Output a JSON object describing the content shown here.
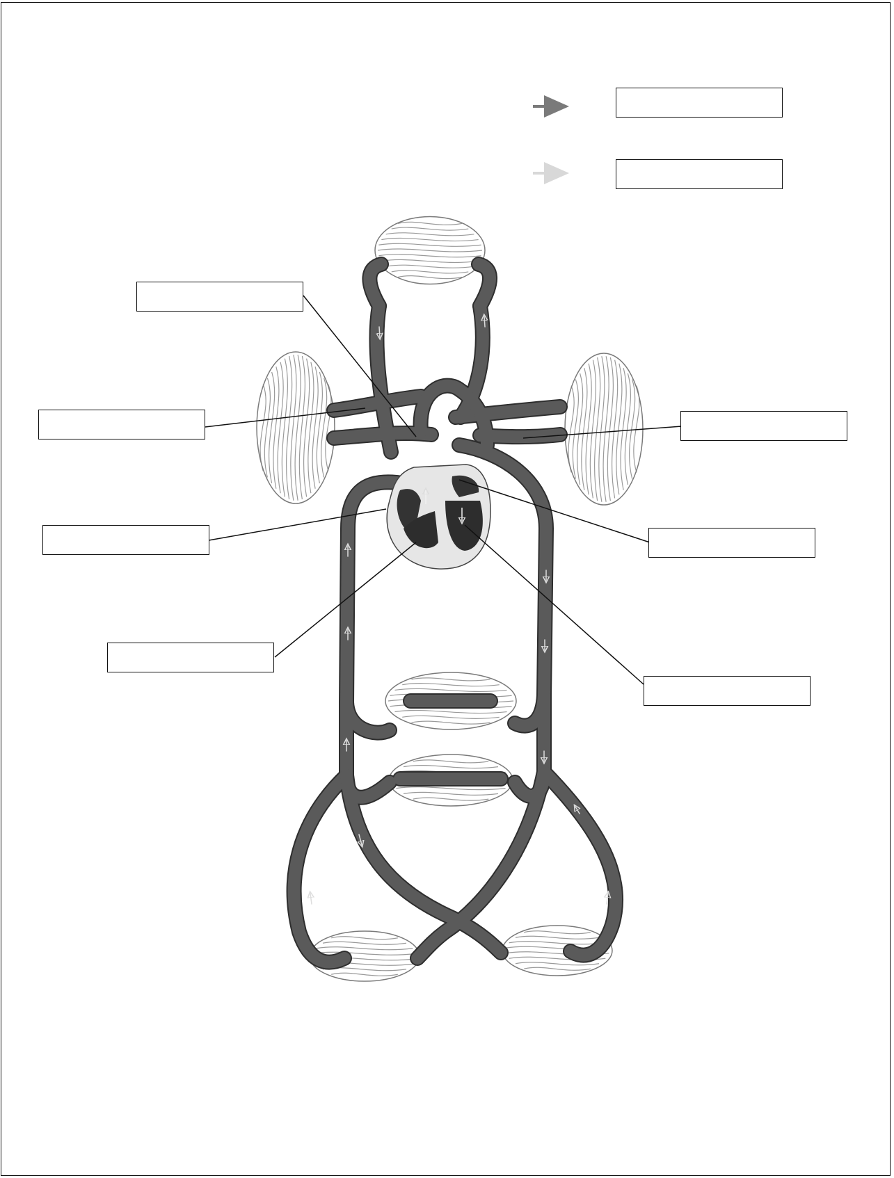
{
  "diagram": {
    "colors": {
      "deoxygenated_arrow": "#7a7a7a",
      "oxygenated_arrow": "#d8d8d8",
      "vessel": "#555555",
      "vessel_outline": "#2e2e2e",
      "capillary": "#9a9a9a",
      "heart_sac": "#e6e6e6",
      "heart": "#3d3d3d",
      "leader_line": "#111111"
    },
    "legend": [
      {
        "icon": "dark-arrow-icon",
        "text": ""
      },
      {
        "icon": "light-arrow-icon",
        "text": ""
      }
    ],
    "labels": [
      {
        "id": "label-1",
        "text": ""
      },
      {
        "id": "label-2",
        "text": ""
      },
      {
        "id": "label-3",
        "text": ""
      },
      {
        "id": "label-4",
        "text": ""
      },
      {
        "id": "label-5",
        "text": ""
      },
      {
        "id": "label-6",
        "text": ""
      },
      {
        "id": "label-7",
        "text": ""
      }
    ]
  }
}
